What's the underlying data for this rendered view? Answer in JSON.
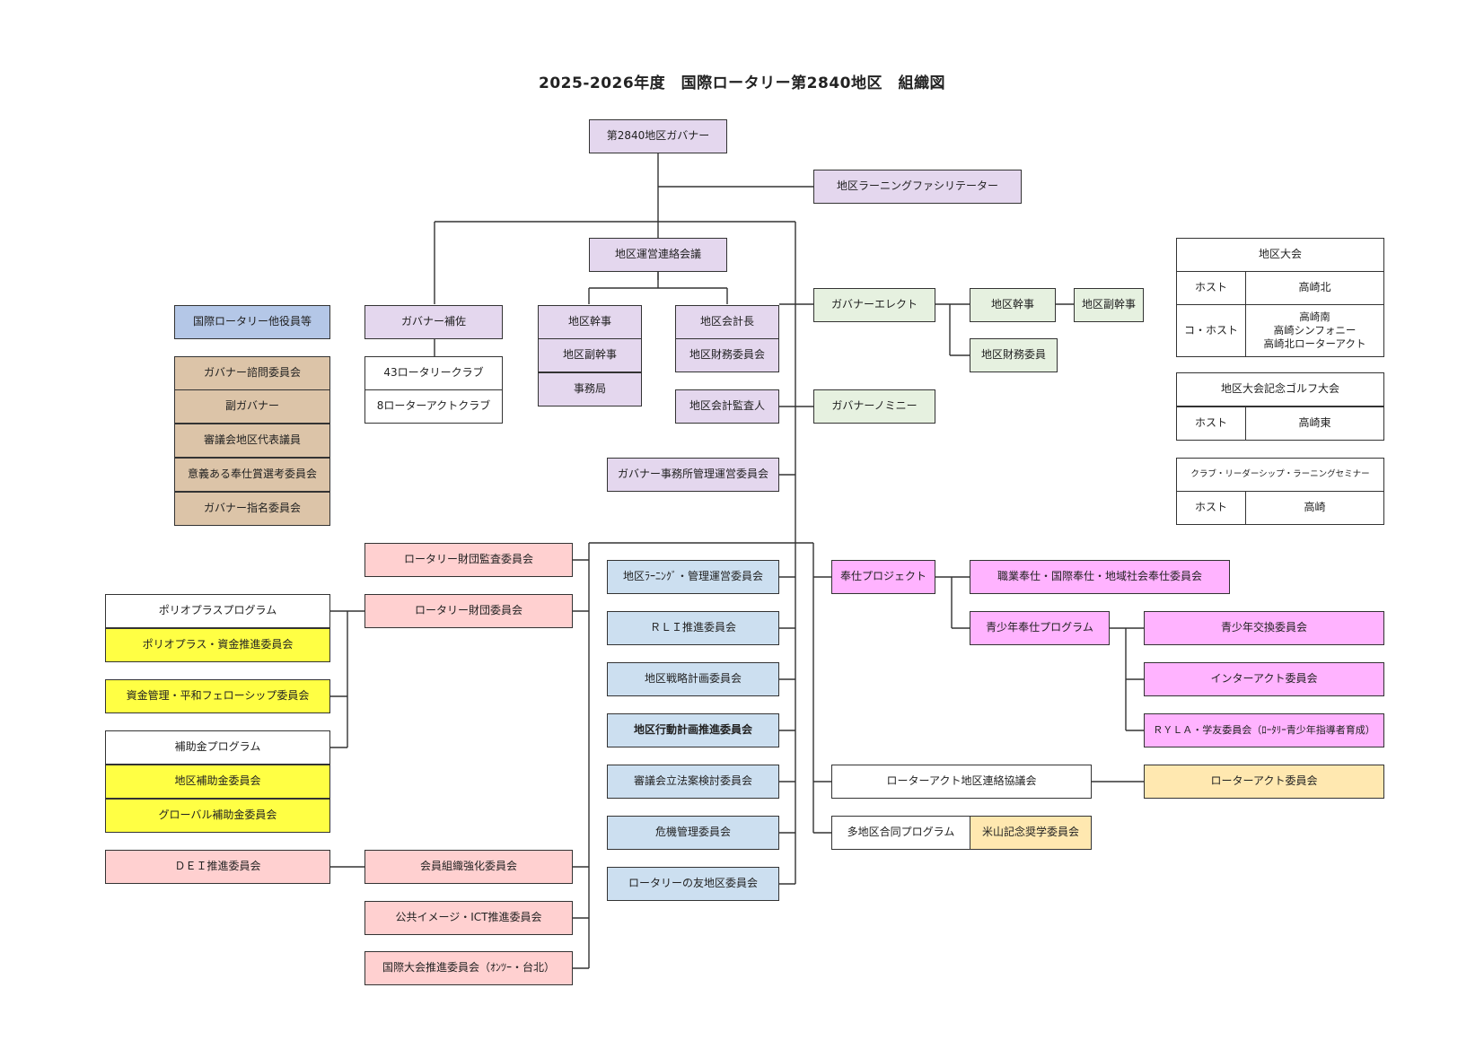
{
  "title": "2025-2026年度　国際ロータリー第2840地区　組織図",
  "colors": {
    "lavender": "#e4d7ee",
    "green": "#e6f1e0",
    "blue": "#b4c7e7",
    "tan": "#dcc4a8",
    "pink": "#ffd0d0",
    "light_blue": "#ccdff0",
    "magenta": "#ffb3ff",
    "yellow": "#ffff44",
    "cream": "#ffe8b0",
    "white": "#ffffff"
  },
  "nodes": {
    "governor": "第2840地区ガバナー",
    "learning_facilitator": "地区ラーニングファシリテーター",
    "operations_council": "地区運営連絡会議",
    "ri_officers": "国際ロータリー他役員等",
    "assistant_governor": "ガバナー補佐",
    "rotary_clubs": "43ロータリークラブ",
    "rotaract_clubs": "8ローターアクトクラブ",
    "secretary": "地区幹事",
    "vice_secretary": "地区副幹事",
    "office": "事務局",
    "treasurer": "地区会計長",
    "finance_committee": "地区財務委員会",
    "auditor": "地区会計監査人",
    "governor_elect": "ガバナーエレクト",
    "elect_secretary": "地区幹事",
    "elect_vice_secretary": "地区副幹事",
    "elect_finance": "地区財務委員",
    "governor_nominee": "ガバナーノミニー",
    "office_management": "ガバナー事務所管理運営委員会",
    "advisory": [
      "ガバナー諮問委員会",
      "副ガバナー",
      "審議会地区代表議員",
      "意義ある奉仕賞選考委員会",
      "ガバナー指名委員会"
    ],
    "foundation_audit": "ロータリー財団監査委員会",
    "foundation_committee": "ロータリー財団委員会",
    "polio_program": "ポリオプラスプログラム",
    "polio_fund": "ポリオプラス・資金推進委員会",
    "fund_peace": "資金管理・平和フェローシップ委員会",
    "grant_program": "補助金プログラム",
    "district_grant": "地区補助金委員会",
    "global_grant": "グローバル補助金委員会",
    "dei": "ＤＥＩ推進委員会",
    "membership": "会員組織強化委員会",
    "public_image": "公共イメージ・ICT推進委員会",
    "convention": "国際大会推進委員会（ｵﾝﾂｰ・台北）",
    "learning_mgmt": "地区ﾗｰﾆﾝｸﾞ・管理運営委員会",
    "rli": "ＲＬＩ推進委員会",
    "strategic": "地区戦略計画委員会",
    "action_plan": "地区行動計画推進委員会",
    "legislation": "審議会立法案検討委員会",
    "crisis": "危機管理委員会",
    "friendship": "ロータリーの友地区委員会",
    "service_project": "奉仕プロジェクト",
    "vocational": "職業奉仕・国際奉仕・地域社会奉仕委員会",
    "youth_program": "青少年奉仕プログラム",
    "youth_exchange": "青少年交換委員会",
    "interact": "インターアクト委員会",
    "ryla": "ＲＹＬＡ・学友委員会（ﾛｰﾀﾘｰ青少年指導者育成）",
    "rotaract_council": "ローターアクト地区連絡協議会",
    "rotaract_committee": "ローターアクト委員会",
    "multi_district": "多地区合同プログラム",
    "yoneyama": "米山記念奨学委員会"
  },
  "info_tables": {
    "conference": {
      "title": "地区大会",
      "host_label": "ホスト",
      "host": "高崎北",
      "cohost_label": "コ・ホスト",
      "cohost": "高崎南\n高崎シンフォニー\n高崎北ローターアクト"
    },
    "golf": {
      "title": "地区大会記念ゴルフ大会",
      "host_label": "ホスト",
      "host": "高崎東"
    },
    "seminar": {
      "title": "クラブ・リーダーシップ・ラーニングセミナー",
      "host_label": "ホスト",
      "host": "高崎"
    }
  }
}
